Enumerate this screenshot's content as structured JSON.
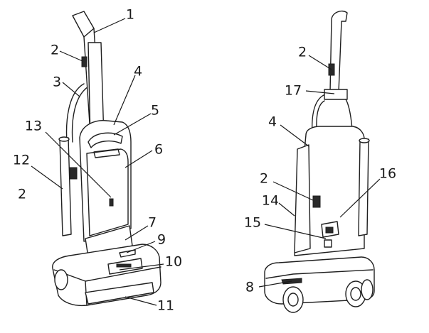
{
  "figure": {
    "views": [
      "front-view",
      "rear-view"
    ]
  },
  "labels": [
    {
      "id": "f1",
      "text": "1"
    },
    {
      "id": "f2a",
      "text": "2"
    },
    {
      "id": "f3",
      "text": "3"
    },
    {
      "id": "f4",
      "text": "4"
    },
    {
      "id": "f5",
      "text": "5"
    },
    {
      "id": "f13",
      "text": "13"
    },
    {
      "id": "f6",
      "text": "6"
    },
    {
      "id": "f12",
      "text": "12"
    },
    {
      "id": "f2b",
      "text": "2"
    },
    {
      "id": "f7",
      "text": "7"
    },
    {
      "id": "f9",
      "text": "9"
    },
    {
      "id": "f10",
      "text": "10"
    },
    {
      "id": "f11",
      "text": "11"
    },
    {
      "id": "r2a",
      "text": "2"
    },
    {
      "id": "r17",
      "text": "17"
    },
    {
      "id": "r4",
      "text": "4"
    },
    {
      "id": "r2b",
      "text": "2"
    },
    {
      "id": "r16",
      "text": "16"
    },
    {
      "id": "r14",
      "text": "14"
    },
    {
      "id": "r15",
      "text": "15"
    },
    {
      "id": "r8",
      "text": "8"
    }
  ],
  "colors": {
    "ink": "#1f1f1f",
    "background": "#ffffff"
  }
}
